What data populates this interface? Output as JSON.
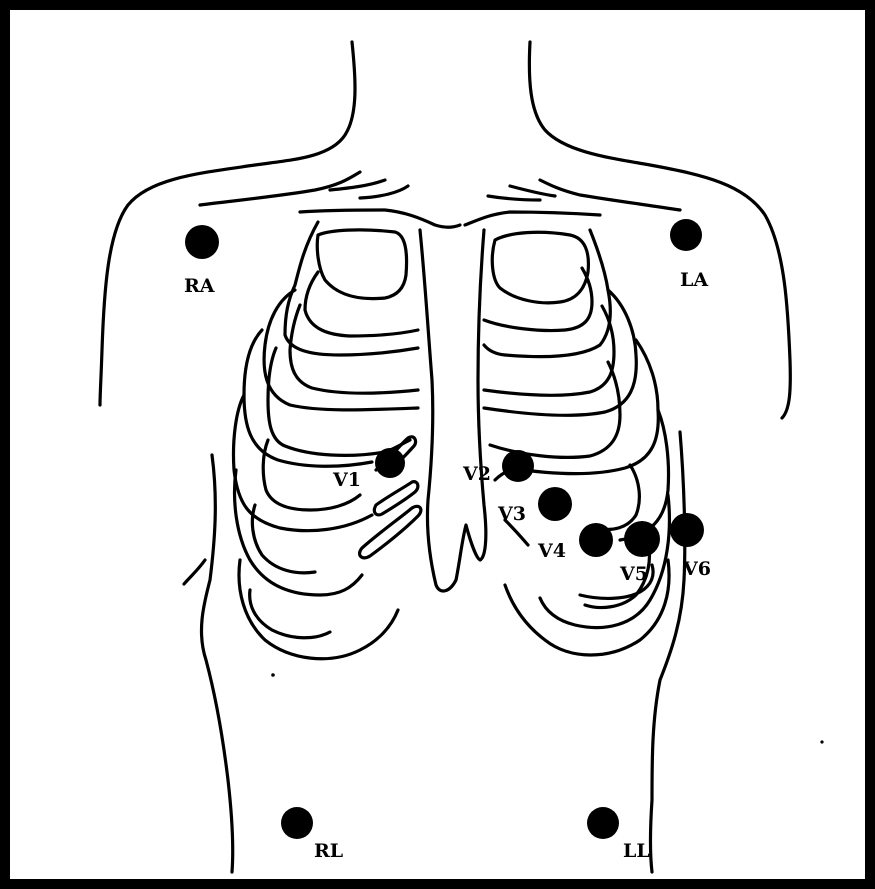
{
  "title": "",
  "electrodes": [
    {
      "id": "RA",
      "label": "RA"
    },
    {
      "id": "LA",
      "label": "LA"
    },
    {
      "id": "V1",
      "label": "V1"
    },
    {
      "id": "V2",
      "label": "V2"
    },
    {
      "id": "V3",
      "label": "V3"
    },
    {
      "id": "V4",
      "label": "V4"
    },
    {
      "id": "V5",
      "label": "V5"
    },
    {
      "id": "V6",
      "label": "V6"
    },
    {
      "id": "RL",
      "label": "RL"
    },
    {
      "id": "LL",
      "label": "LL"
    }
  ],
  "colors": {
    "line": "#000000",
    "background": "#ffffff"
  }
}
